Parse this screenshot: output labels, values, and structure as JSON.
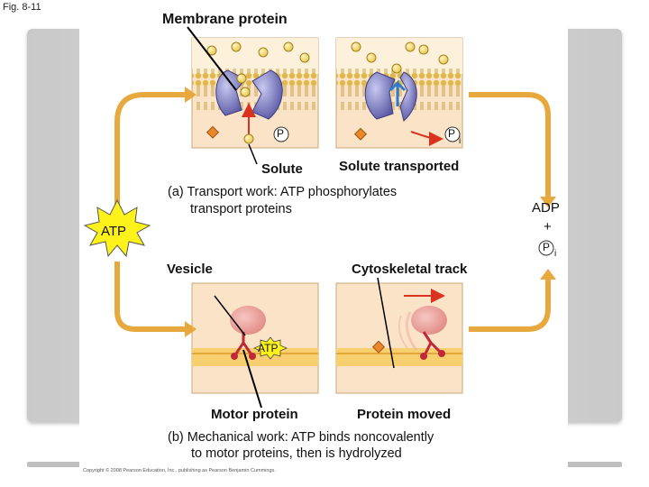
{
  "figure": {
    "label": "Fig. 8-11"
  },
  "panel_a": {
    "membrane_protein_label": "Membrane protein",
    "phosphate_label": "P",
    "phosphate_i_label": "P",
    "phosphate_i_subscript": "i",
    "solute_label": "Solute",
    "solute_transported_label": "Solute transported",
    "caption_line1": "(a) Transport work: ATP phosphorylates",
    "caption_line2": "transport proteins"
  },
  "cycle": {
    "atp_label": "ATP",
    "adp_label": "ADP",
    "plus_label": "+",
    "pi_label": "P",
    "pi_subscript": "i"
  },
  "panel_b": {
    "vesicle_label": "Vesicle",
    "cytoskeletal_track_label": "Cytoskeletal track",
    "atp_label": "ATP",
    "motor_protein_label": "Motor protein",
    "protein_moved_label": "Protein moved",
    "caption_line1": "(b) Mechanical work: ATP binds noncovalently",
    "caption_line2": "to motor proteins, then is hydrolyzed"
  },
  "copyright": "Copyright © 2008 Pearson Education, Inc., publishing as Pearson Benjamin Cummings."
}
